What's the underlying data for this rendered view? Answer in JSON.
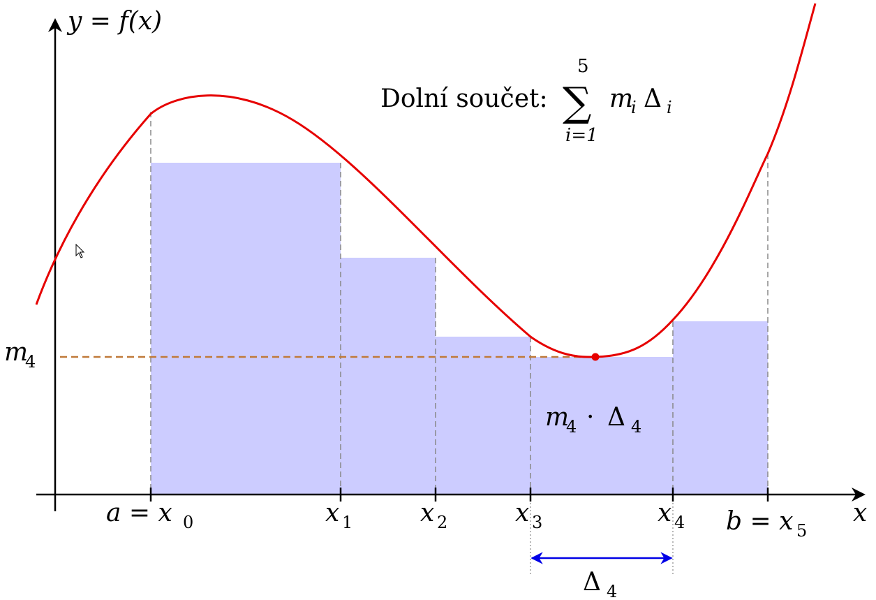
{
  "diagram": {
    "y_axis_label": "y = f(x)",
    "x_axis_label": "x",
    "title_text": "Dolní součet:",
    "sum_upper": "5",
    "sum_lower": "i=1",
    "sum_term_m": "m",
    "sum_term_m_sub": "i",
    "sum_term_delta": "Δ",
    "sum_term_delta_sub": "i",
    "m4_label_base": "m",
    "m4_label_sub": "4",
    "area_label": "m₄ · Δ₄",
    "area_label_m": "m",
    "area_label_m_sub": "4",
    "area_label_dot": "·",
    "area_label_delta": "Δ",
    "area_label_delta_sub": "4",
    "delta_label_base": "Δ",
    "delta_label_sub": "4",
    "ticks": [
      {
        "base": "a = x",
        "sub": "0"
      },
      {
        "base": "x",
        "sub": "1"
      },
      {
        "base": "x",
        "sub": "2"
      },
      {
        "base": "x",
        "sub": "3"
      },
      {
        "base": "x",
        "sub": "4"
      },
      {
        "base": "b = x",
        "sub": "5"
      }
    ]
  },
  "colors": {
    "curve": "#e60000",
    "rectangles": "#ccccff",
    "min_line": "#c07a3a",
    "delta_arrow": "#0000e6",
    "grid_dash": "#888888"
  }
}
